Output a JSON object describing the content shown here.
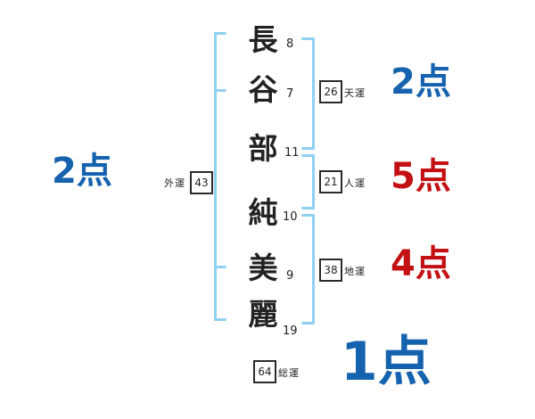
{
  "name_chars": [
    {
      "char": "長",
      "strokes": "8"
    },
    {
      "char": "谷",
      "strokes": "7"
    },
    {
      "char": "部",
      "strokes": "11"
    },
    {
      "char": "純",
      "strokes": "10"
    },
    {
      "char": "美",
      "strokes": "9"
    },
    {
      "char": "麗",
      "strokes": "19"
    }
  ],
  "fortunes": {
    "ten": {
      "label": "天運",
      "value": "26",
      "score": "2点"
    },
    "jin": {
      "label": "人運",
      "value": "21",
      "score": "5点"
    },
    "chi": {
      "label": "地運",
      "value": "38",
      "score": "4点"
    },
    "gai": {
      "label": "外運",
      "value": "43",
      "score": "2点"
    },
    "sou": {
      "label": "総運",
      "value": "64",
      "score": "1点"
    }
  },
  "colors": {
    "bracket_blue": "#8ed1f0",
    "score_blue": "#1562ae",
    "score_red": "#c31113",
    "ink": "#222222"
  }
}
